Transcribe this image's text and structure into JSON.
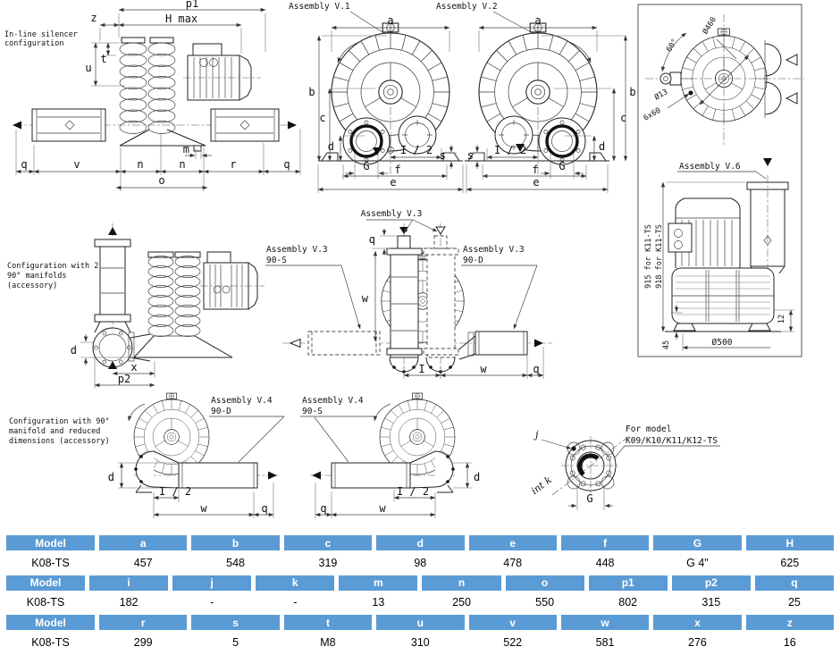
{
  "page": {
    "background": "#ffffff",
    "line_color": "#222222",
    "table_header_color": "#5b9bd5"
  },
  "captions": {
    "inline_1": "In-line silencer",
    "inline_2": "configuration",
    "manifolds_1": "Configuration with 2",
    "manifolds_2": "90° manifolds",
    "manifolds_3": "(accessory)",
    "reduced_1": "Configuration with 90°",
    "reduced_2": "manifold and reduced",
    "reduced_3": "dimensions (accessory)"
  },
  "labels": {
    "v1": "Assembly V.1",
    "v2": "Assembly V.2",
    "v3": "Assembly V.3",
    "v4": "Assembly V.4",
    "v6": "Assembly V.6",
    "s90": "90-S",
    "d90": "90-D",
    "dia460": "Ø460",
    "deg60": "60°",
    "dia13": "Ø13",
    "hole_pattern": "6x60",
    "note915": "915 for K11-TS",
    "note918": "918 for K11-TS",
    "dim12": "12",
    "dim45": "45",
    "dia500": "Ø500",
    "for_model": "For model",
    "models": "K09/K10/K11/K12-TS"
  },
  "dims": {
    "p1": "p1",
    "hmax": "H max",
    "z": "z",
    "t": "t",
    "u": "u",
    "m": "m",
    "q": "q",
    "v": "v",
    "n": "n",
    "r": "r",
    "o": "o",
    "a": "a",
    "b": "b",
    "c": "c",
    "d": "d",
    "g": "G",
    "ihalf": "I / 2",
    "s": "s",
    "f": "f",
    "e": "e",
    "w": "w",
    "i": "I",
    "x": "x",
    "p2": "p2",
    "j": "j",
    "intk": "int k"
  },
  "table": {
    "model_column": "Model",
    "rows": [
      {
        "type": "header",
        "cells": [
          "Model",
          "a",
          "b",
          "c",
          "d",
          "e",
          "f",
          "G",
          "H"
        ]
      },
      {
        "type": "data",
        "cells": [
          "K08-TS",
          "457",
          "548",
          "319",
          "98",
          "478",
          "448",
          "G 4\"",
          "625"
        ]
      },
      {
        "type": "header",
        "cells": [
          "Model",
          "i",
          "j",
          "k",
          "m",
          "n",
          "o",
          "p1",
          "p2",
          "q"
        ]
      },
      {
        "type": "data",
        "cells": [
          "K08-TS",
          "182",
          "-",
          "-",
          "13",
          "250",
          "550",
          "802",
          "315",
          "25"
        ]
      },
      {
        "type": "header",
        "cells": [
          "Model",
          "r",
          "s",
          "t",
          "u",
          "v",
          "w",
          "x",
          "z"
        ]
      },
      {
        "type": "data",
        "cells": [
          "K08-TS",
          "299",
          "5",
          "M8",
          "310",
          "522",
          "581",
          "276",
          "16"
        ]
      }
    ]
  }
}
